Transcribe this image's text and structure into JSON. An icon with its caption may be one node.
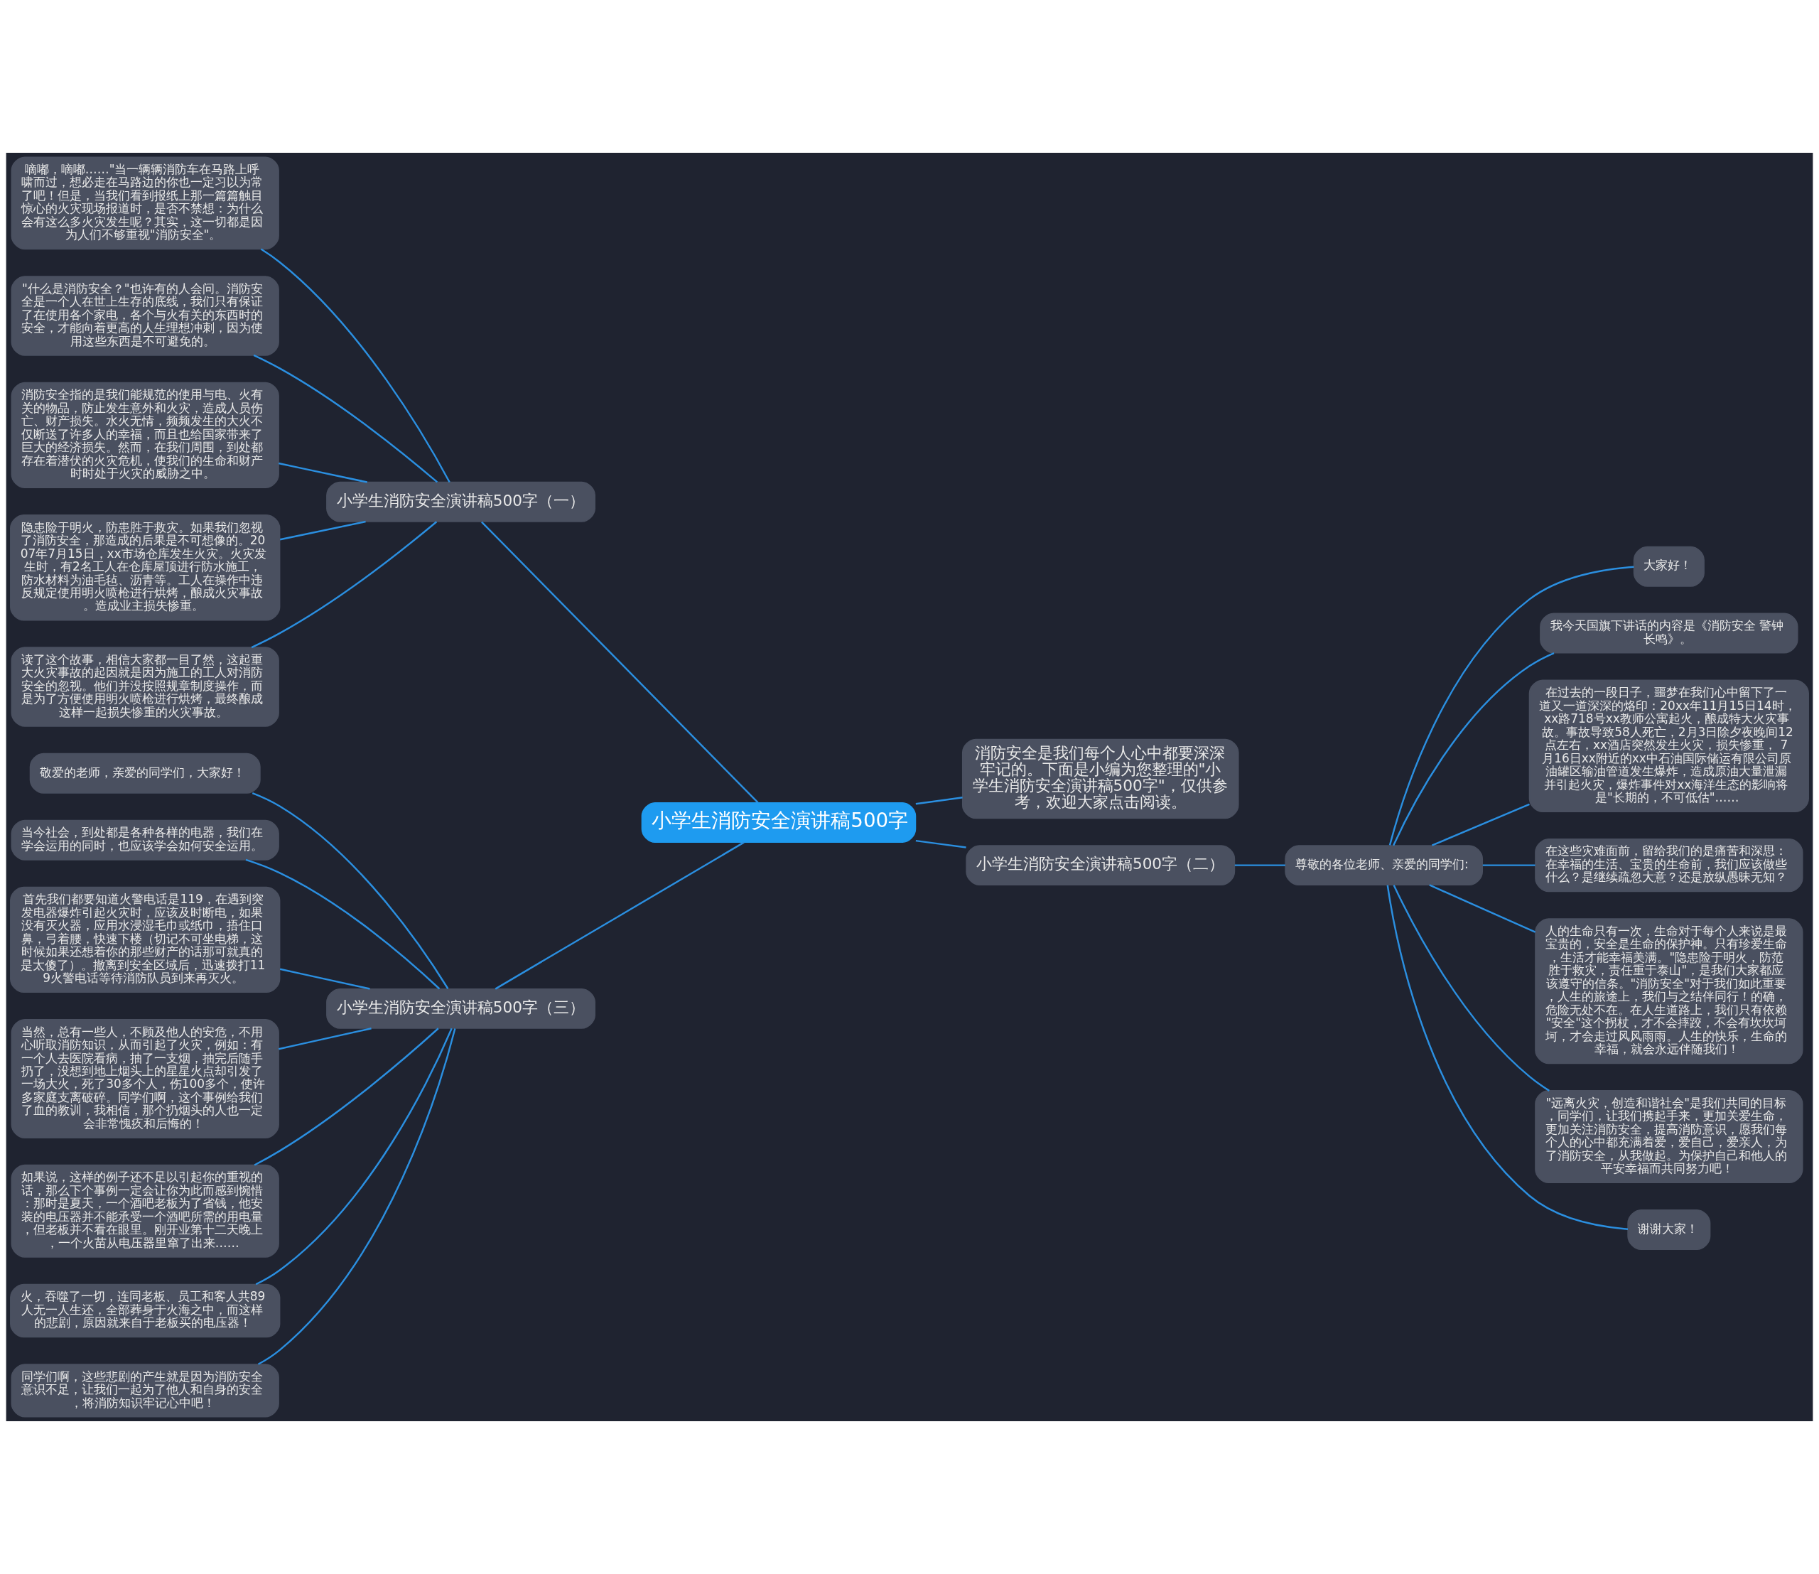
{
  "diagram": {
    "nodes": [
      {
        "text": [
          "小学生消防安全演讲稿500字"
        ]
      },
      {
        "text": [
          "小学生消防安全演讲稿500字（一）"
        ]
      },
      {
        "text": [
          "嘀嘟，嘀嘟……\"当一辆辆消防车在马路上呼啸而过，想必走在马路边的你也一定习以为常了吧！但是，当我们看到报纸上那一篇篇触目惊心的火灾现场报道时，是否不禁想：为什么会有这么多火灾发生呢？其实，这一切都是因为人们不够重视\"消防安全\"。"
        ]
      },
      {
        "text": [
          "\"什么是消防安全？\"也许有的人会问。消防安全是一个人在世上生存的底线，我们只有保证了在使用各个家电，各个与火有关的东西时的安全，才能向着更高的人生理想冲刺，因为使用这些东西是不可避免的。"
        ]
      },
      {
        "text": [
          "消防安全指的是我们能规范的使用与电、火有关的物品，防止发生意外和火灾，造成人员伤亡、财产损失。水火无情，频频发生的大火不仅断送了许多人的幸福，而且也给国家带来了巨大的经济损失。然而，在我们周围，到处都存在着潜伏的火灾危机，使我们的生命和财产时时处于火灾的威胁之中。"
        ]
      },
      {
        "text": [
          "隐患险于明火，防患胜于救灾。如果我们忽视了消防安全，那造成的后果是不可想像的。2007年7月15日，xx市场仓库发生火灾。火灾发生时，有2名工人在仓库屋顶进行防水施工，防水材料为油毛毡、沥青等。工人在操作中违反规定使用明火喷枪进行烘烤，酿成火灾事故。造成业主损失惨重。"
        ]
      },
      {
        "text": [
          "读了这个故事，相信大家都一目了然，这起重大火灾事故的起因就是因为施工的工人对消防安全的忽视。他们并没按照规章制度操作，而是为了方便使用明火喷枪进行烘烤，最终酿成这样一起损失惨重的火灾事故。"
        ]
      },
      {
        "text": [
          "小学生消防安全演讲稿500字（三）"
        ]
      },
      {
        "text": [
          "敬爱的老师，亲爱的同学们，大家好！"
        ]
      },
      {
        "text": [
          "当今社会，到处都是各种各样的电器，我们在学会运用的同时，也应该学会如何安全运用。"
        ]
      },
      {
        "text": [
          "首先我们都要知道火警电话是119，在遇到突发电器爆炸引起火灾时，应该及时断电，如果没有灭火器，应用水浸湿毛巾或纸巾，捂住口鼻，弓着腰，快速下楼（切记不可坐电梯，这时候如果还想着你的那些财产的话那可就真的是太傻了）。撤离到安全区域后，迅速拨打119火警电话等待消防队员到来再灭火。"
        ]
      },
      {
        "text": [
          "当然，总有一些人，不顾及他人的安危，不用心听取消防知识，从而引起了火灾，例如：有一个人去医院看病，抽了一支烟，抽完后随手扔了，没想到地上烟头上的星星火点却引发了一场大火，死了30多个人，伤100多个，使许多家庭支离破碎。同学们啊，这个事例给我们了血的教训，我相信，那个扔烟头的人也一定会非常愧疚和后悔的！"
        ]
      },
      {
        "text": [
          "如果说，这样的例子还不足以引起你的重视的话，那么下个事例一定会让你为此而感到惋惜：那时是夏天，一个酒吧老板为了省钱，他安装的电压器并不能承受一个酒吧所需的用电量，但老板并不看在眼里。刚开业第十二天晚上，一个火苗从电压器里窜了出来……"
        ]
      },
      {
        "text": [
          "火，吞噬了一切，连同老板、员工和客人共89人无一人生还，全部葬身于火海之中，而这样的悲剧，原因就来自于老板买的电压器！"
        ]
      },
      {
        "text": [
          "同学们啊，这些悲剧的产生就是因为消防安全意识不足，让我们一起为了他人和自身的安全，将消防知识牢记心中吧！"
        ]
      },
      {
        "text": [
          "消防安全是我们每个人心中都要深深牢记的。下面是小编为您整理的\"小学生消防安全演讲稿500字\"，仅供参考，欢迎大家点击阅读。"
        ]
      },
      {
        "text": [
          "小学生消防安全演讲稿500字（二）"
        ]
      },
      {
        "text": [
          "尊敬的各位老师、亲爱的同学们:"
        ]
      },
      {
        "text": [
          "大家好！"
        ]
      },
      {
        "text": [
          "我今天国旗下讲话的内容是《消防安全 警钟长鸣》。"
        ]
      },
      {
        "text": [
          "在过去的一段日子，噩梦在我们心中留下了一道又一道深深的烙印：20xx年11月15日14时，xx路718号xx教师公寓起火，酿成特大火灾事故。事故导致58人死亡，2月3日除夕夜晚间12点左右，xx酒店突然发生火灾，损失惨重， 7月16日xx附近的xx中石油国际储运有限公司原油罐区输油管道发生爆炸，造成原油大量泄漏并引起火灾，爆炸事件对xx海洋生态的影响将是\"长期的，不可低估\"……"
        ]
      },
      {
        "text": [
          "在这些灾难面前，留给我们的是痛苦和深思：在幸福的生活、宝贵的生命前，我们应该做些什么？是继续疏忽大意？还是放纵愚昧无知？"
        ]
      },
      {
        "text": [
          "人的生命只有一次，生命对于每个人来说是最宝贵的，安全是生命的保护神。只有珍爱生命，生活才能幸福美满。\"隐患险于明火，防范胜于救灾，责任重于泰山\"，是我们大家都应该遵守的信条。\"消防安全\"对于我们如此重要，人生的旅途上，我们与之结伴同行！的确，危险无处不在。在人生道路上，我们只有依赖\"安全\"这个拐杖，才不会摔跤，不会有坎坎坷坷，才会走过风风雨雨。人生的快乐，生命的幸福，就会永远伴随我们！"
        ]
      },
      {
        "text": [
          "\"远离火灾，创造和谐社会\"是我们共同的目标，同学们，让我们携起手来，更加关爱生命，更加关注消防安全，提高消防意识，愿我们每个人的心中都充满着爱，爱自己，爱亲人，为了消防安全，从我做起。为保护自己和他人的平安幸福而共同努力吧！"
        ]
      },
      {
        "text": [
          "谢谢大家！"
        ]
      }
    ],
    "edges": [
      {
        "from": 0,
        "to": 1,
        "arrow": "none"
      },
      {
        "from": 1,
        "to": 2,
        "arrow": "none"
      },
      {
        "from": 1,
        "to": 3,
        "arrow": "none"
      },
      {
        "from": 1,
        "to": 4,
        "arrow": "none"
      },
      {
        "from": 1,
        "to": 5,
        "arrow": "none"
      },
      {
        "from": 1,
        "to": 6,
        "arrow": "none"
      },
      {
        "from": 0,
        "to": 7,
        "arrow": "none"
      },
      {
        "from": 7,
        "to": 8,
        "arrow": "none"
      },
      {
        "from": 7,
        "to": 9,
        "arrow": "none"
      },
      {
        "from": 7,
        "to": 10,
        "arrow": "none"
      },
      {
        "from": 7,
        "to": 11,
        "arrow": "none"
      },
      {
        "from": 7,
        "to": 12,
        "arrow": "none"
      },
      {
        "from": 7,
        "to": 13,
        "arrow": "none"
      },
      {
        "from": 7,
        "to": 14,
        "arrow": "none"
      },
      {
        "from": 0,
        "to": 15,
        "arrow": "none"
      },
      {
        "from": 0,
        "to": 16,
        "arrow": "none"
      },
      {
        "from": 16,
        "to": 17,
        "arrow": "none"
      },
      {
        "from": 17,
        "to": 18,
        "arrow": "none"
      },
      {
        "from": 17,
        "to": 19,
        "arrow": "none"
      },
      {
        "from": 17,
        "to": 20,
        "arrow": "none"
      },
      {
        "from": 17,
        "to": 21,
        "arrow": "none"
      },
      {
        "from": 17,
        "to": 22,
        "arrow": "none"
      },
      {
        "from": 17,
        "to": 23,
        "arrow": "none"
      },
      {
        "from": 17,
        "to": 24,
        "arrow": "none"
      }
    ]
  }
}
